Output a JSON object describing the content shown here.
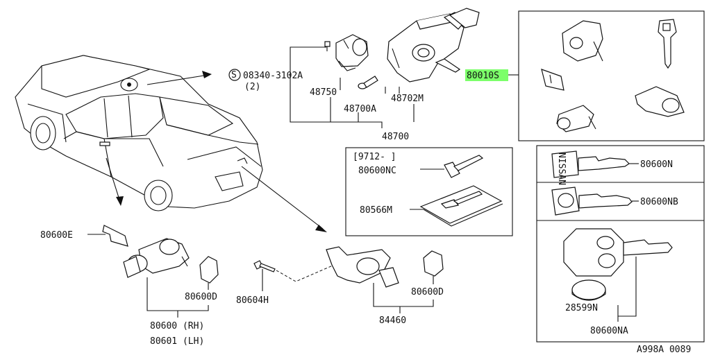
{
  "labels": {
    "screw_08340": "08340-3102A",
    "screw_qty": "(2)",
    "p48750": "48750",
    "p48700A": "48700A",
    "p48702M": "48702M",
    "p48700": "48700",
    "p80010S": "80010S",
    "date_code": "[9712-      ]",
    "p80600NC": "80600NC",
    "p80566M": "80566M",
    "p80600N": "80600N",
    "p80600NB": "80600NB",
    "p80600E": "80600E",
    "p80600D_left": "80600D",
    "p80600_rh": "80600 (RH)",
    "p80601_lh": "80601 (LH)",
    "p80604H": "80604H",
    "p80600D_right": "80600D",
    "p84460": "84460",
    "p28599N": "28599N",
    "p80600NA": "80600NA",
    "diagram_code": "A998A 0089",
    "s_symbol": "S",
    "key_brand": "NISSAN"
  },
  "colors": {
    "highlight": "#7CFF6A",
    "ink": "#111111"
  }
}
